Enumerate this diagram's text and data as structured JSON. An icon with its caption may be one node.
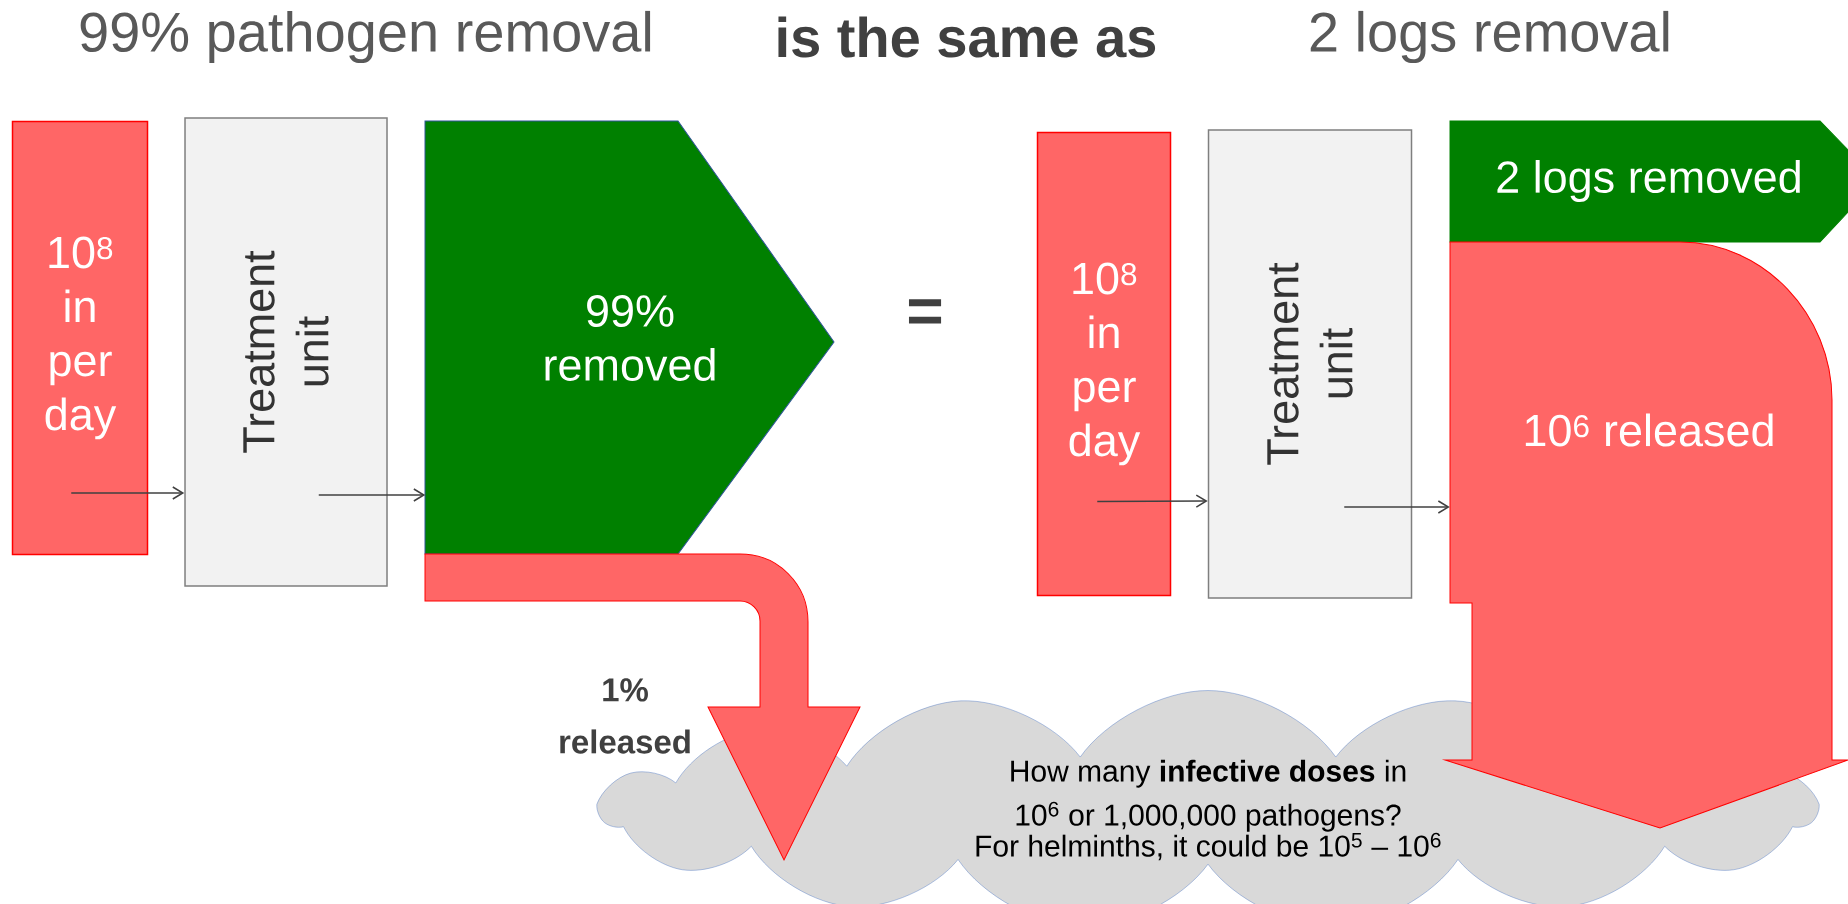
{
  "diagram": {
    "nodes": [
      {
        "text": [
          "10$^{8}$ in per day"
        ]
      },
      {
        "text": [
          "Treatment unit"
        ]
      },
      {
        "text": [
          "99% removed"
        ]
      },
      {
        "text": [],
        "shape": "arrow",
        "beside": [
          "1% released"
        ]
      },
      {
        "text": [
          "10$^{8}$ in per day"
        ]
      },
      {
        "text": [
          "Treatment unit"
        ]
      },
      {
        "text": [
          "2 logs removed"
        ]
      },
      {
        "text": [
          "10$^{6}$ released"
        ]
      },
      {
        "text": [
          "How many **infective doses** in 10$^{6}$ or 1,000,000 pathogens?",
          "For helminths, it could be 10$^{5}$ – 10$^{6}$"
        ]
      }
    ],
    "edges": [
      {
        "from": 0,
        "to": 1,
        "arrow": "to"
      },
      {
        "from": 1,
        "to": 2,
        "arrow": "to"
      },
      {
        "from": 4,
        "to": 5,
        "arrow": "to"
      },
      {
        "from": 5,
        "to": 7,
        "arrow": "to"
      }
    ],
    "labels": [
      "99% pathogen removal",
      "is the same as",
      "2 logs removal",
      "="
    ]
  }
}
